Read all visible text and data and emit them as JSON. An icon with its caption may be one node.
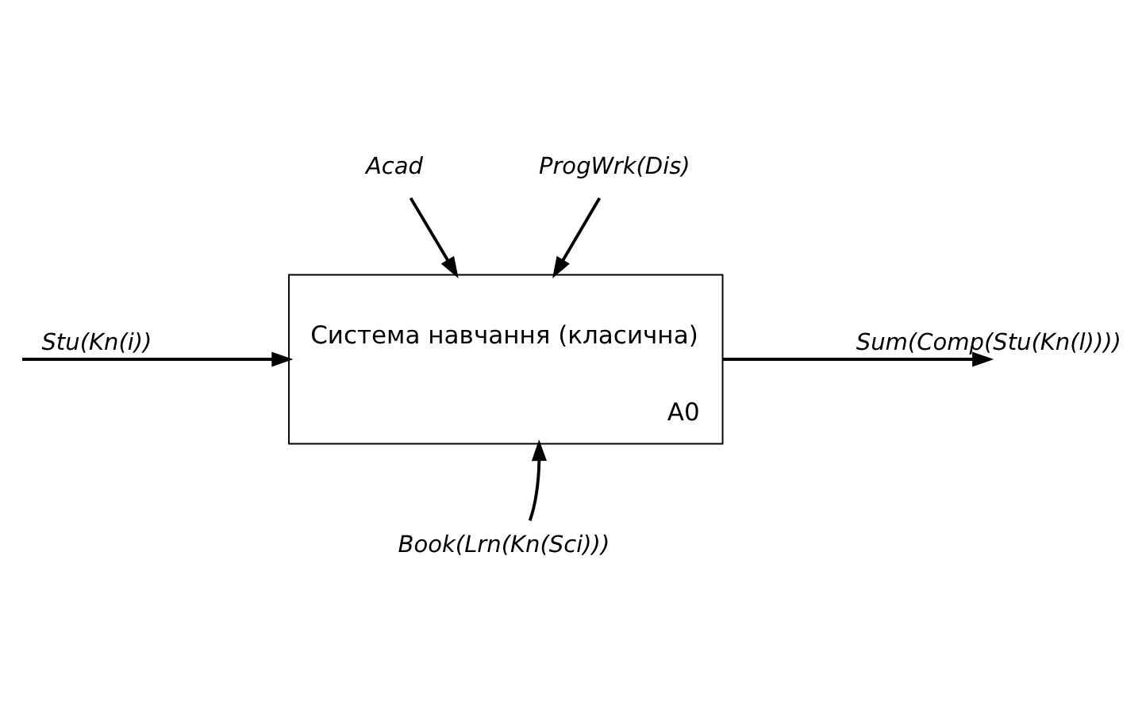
{
  "diagram": {
    "nodes": [
      {
        "text": [
          "Система навчання (класична)",
          "A0"
        ]
      },
      {
        "text": [
          "Acad"
        ]
      },
      {
        "text": [
          "ProgWrk(Dis)"
        ]
      },
      {
        "text": [
          "Book(Lrn(Kn(Sci)))"
        ]
      }
    ],
    "edges": [
      {
        "from": 1,
        "to": 0,
        "arrow": "to"
      },
      {
        "from": 2,
        "to": 0,
        "arrow": "to"
      },
      {
        "from": null,
        "to": 0,
        "arrow": "to",
        "label": "Stu(Kn(i))"
      },
      {
        "from": 0,
        "to": null,
        "arrow": "to",
        "label": "Sum(Comp(Stu(Kn(l))))"
      },
      {
        "from": 3,
        "to": 0,
        "arrow": "to"
      }
    ]
  }
}
